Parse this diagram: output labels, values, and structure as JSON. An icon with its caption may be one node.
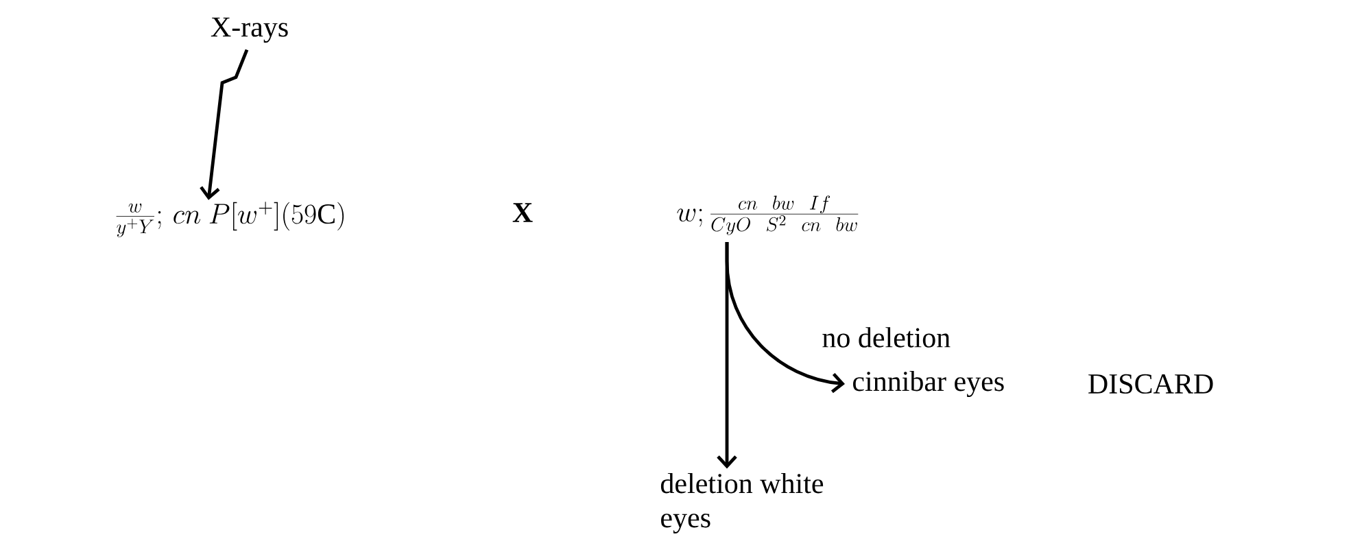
{
  "diagram": {
    "nodes": [
      {
        "text": [
          "X-rays"
        ]
      },
      {
        "text": [
          "\\frac{w}{y^{+}Y};\\, cn\\ P[w^{+}](59\\mathrm{C})"
        ]
      },
      {
        "text": [
          "w;\\frac{cn\\ \\ bw\\ \\ If}{CyO\\ \\ S^{2}\\ \\ cn\\ \\ bw}"
        ]
      },
      {
        "text": [
          "cinnibar eyes"
        ],
        "beside": [
          "DISCARD"
        ]
      },
      {
        "text": [
          "deletion white eyes"
        ]
      }
    ],
    "edges": [
      {
        "from": 0,
        "to": 1,
        "arrow": "to"
      },
      {
        "from": 2,
        "to": 4,
        "arrow": "to"
      },
      {
        "from": 2,
        "to": 3,
        "arrow": "to",
        "label": "no deletion"
      }
    ],
    "labels": [
      "X"
    ]
  }
}
